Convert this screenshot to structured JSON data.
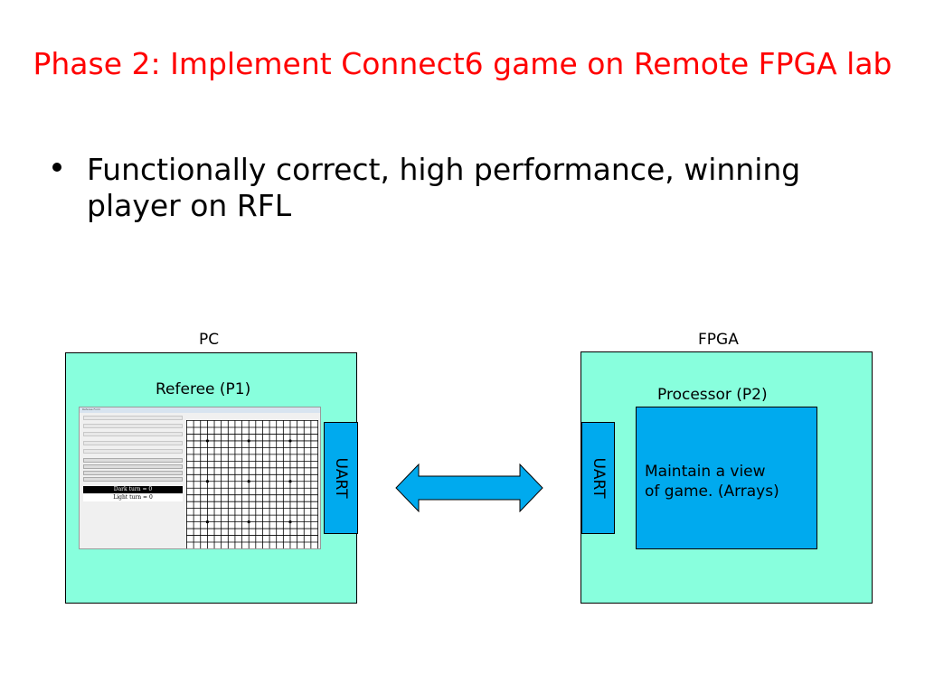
{
  "slide": {
    "title": "Phase 2: Implement Connect6 game on Remote FPGA lab",
    "bullet": "Functionally correct, high performance, winning player on RFL"
  },
  "diagram": {
    "pc_label": "PC",
    "fpga_label": "FPGA",
    "referee_label": "Referee (P1)",
    "processor_label": "Processor (P2)",
    "uart_left": "UART",
    "uart_right": "UART",
    "processor_text": "Maintain a view\nof game. (Arrays)"
  },
  "screenshot": {
    "window_title": "Referee Form",
    "dark_turn": "Dark turn = 0",
    "light_turn": "Light turn = 0"
  },
  "colors": {
    "title": "#ff0000",
    "box_fill": "#88ffdd",
    "uart_fill": "#00aaee",
    "arrow_fill": "#00aaee"
  },
  "icons": {
    "bullet": "bullet-dot-icon",
    "arrow": "double-arrow-icon"
  }
}
